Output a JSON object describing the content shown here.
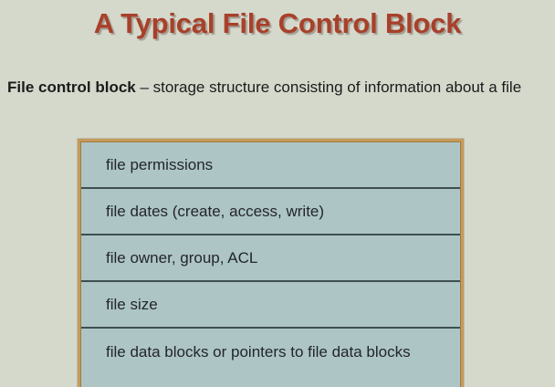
{
  "slide": {
    "title": "A Typical File Control Block",
    "body": {
      "lead": "File control block",
      "rest": " – storage structure consisting of information about a file"
    },
    "fcb_table": {
      "rows": [
        {
          "label": "file permissions"
        },
        {
          "label": "file dates (create, access, write)"
        },
        {
          "label": "file owner, group, ACL"
        },
        {
          "label": "file size"
        },
        {
          "label": "file data blocks or pointers to file data blocks"
        }
      ]
    }
  },
  "colors": {
    "background": "#d5d9cc",
    "title": "#a8402a",
    "table_fill": "#aec5c6",
    "table_border": "#c79a5a",
    "row_divider": "#3d4f52",
    "body_text": "#1b1b1b"
  }
}
